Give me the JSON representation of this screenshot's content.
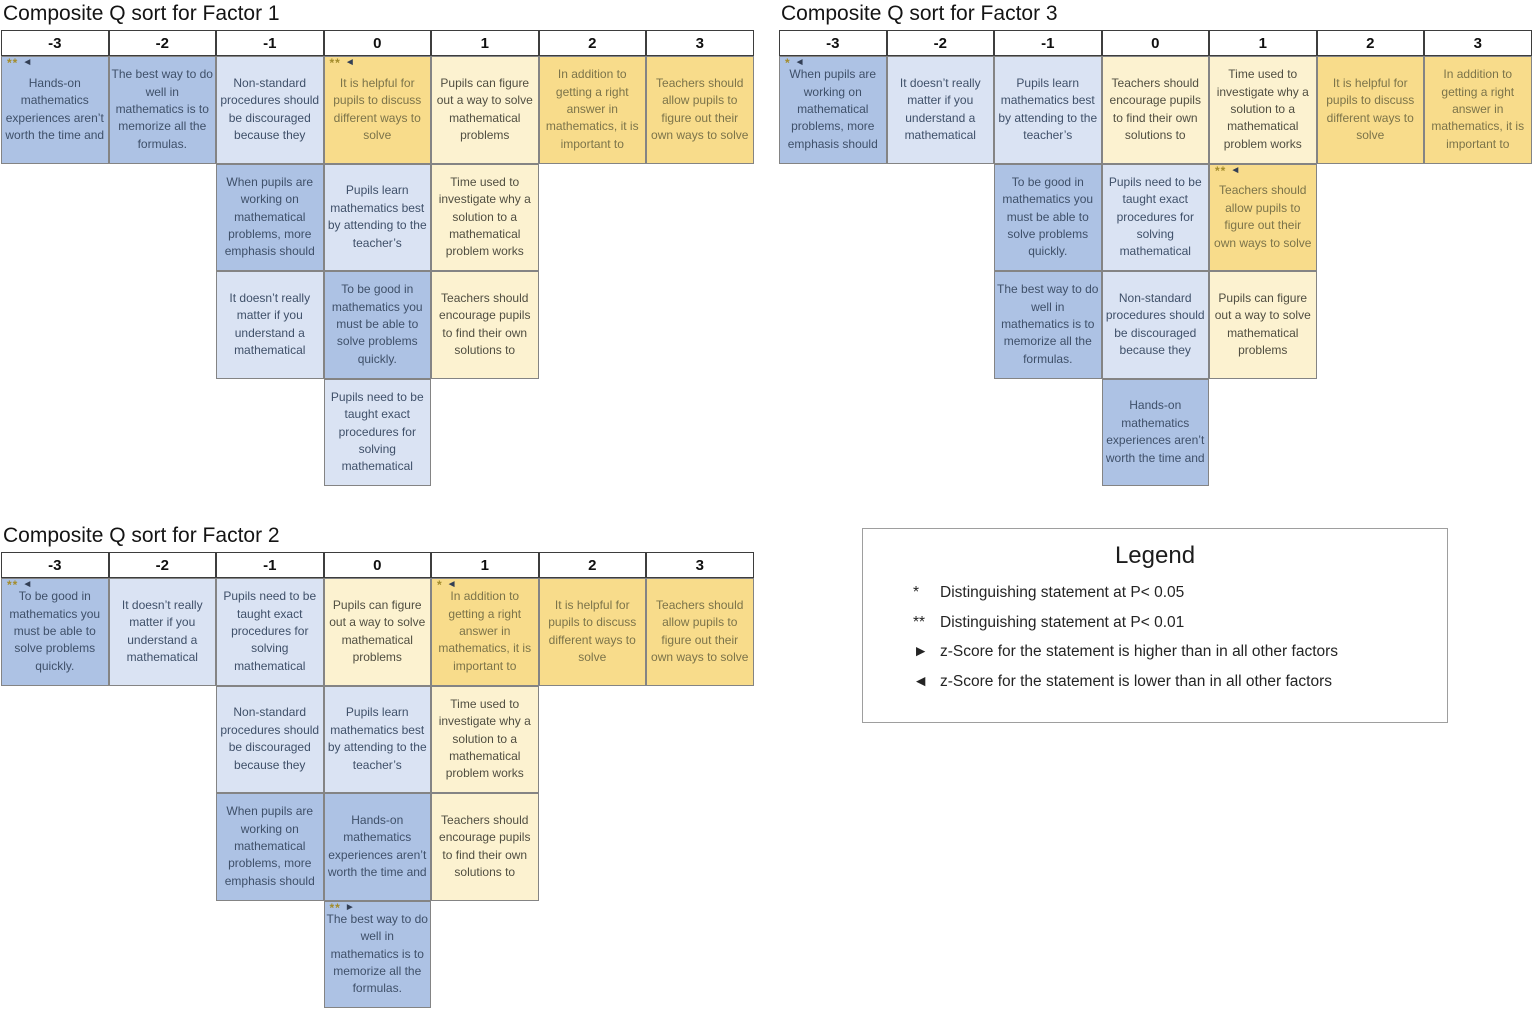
{
  "grids": [
    {
      "id": "factor1",
      "title": "Composite Q sort for Factor 1",
      "columns": [
        "-3",
        "-2",
        "-1",
        "0",
        "1",
        "2",
        "3"
      ],
      "rows": [
        [
          {
            "text": "Hands-on mathematics experiences aren’t worth the time and",
            "tone": "blue",
            "stars": "**",
            "arrow": "◄"
          },
          {
            "text": "The best way to do well in mathematics is to memorize all the formulas.",
            "tone": "blue"
          },
          {
            "text": "Non-standard procedures should be discouraged because they",
            "tone": "blue-light"
          },
          {
            "text": "It is helpful for pupils to discuss different ways to solve",
            "tone": "gold",
            "stars": "**",
            "arrow": "◄"
          },
          {
            "text": "Pupils can figure out a way to solve mathematical problems",
            "tone": "gold-light"
          },
          {
            "text": "In addition to getting a right answer in mathematics, it is important to",
            "tone": "gold"
          },
          {
            "text": "Teachers should allow pupils to figure out their own ways to solve",
            "tone": "gold"
          }
        ],
        [
          null,
          null,
          {
            "text": "When pupils are working on mathematical problems, more emphasis should",
            "tone": "blue"
          },
          {
            "text": "Pupils learn mathematics best by attending to the teacher’s",
            "tone": "blue-light"
          },
          {
            "text": "Time used to investigate why a solution to a mathematical problem works",
            "tone": "gold-light"
          },
          null,
          null
        ],
        [
          null,
          null,
          {
            "text": "It doesn’t really matter if you understand a mathematical",
            "tone": "blue-light"
          },
          {
            "text": "To be good in mathematics you must be able to solve problems quickly.",
            "tone": "blue"
          },
          {
            "text": "Teachers should encourage pupils to find their own solutions to",
            "tone": "gold-light"
          },
          null,
          null
        ],
        [
          null,
          null,
          null,
          {
            "text": "Pupils need to be taught exact procedures for solving mathematical",
            "tone": "blue-light"
          },
          null,
          null,
          null
        ]
      ]
    },
    {
      "id": "factor3",
      "title": "Composite Q sort for Factor 3",
      "columns": [
        "-3",
        "-2",
        "-1",
        "0",
        "1",
        "2",
        "3"
      ],
      "rows": [
        [
          {
            "text": "When pupils are working on mathematical problems, more emphasis should",
            "tone": "blue",
            "stars": "*",
            "arrow": "◄"
          },
          {
            "text": "It doesn’t really matter if you understand a mathematical",
            "tone": "blue-light"
          },
          {
            "text": "Pupils learn mathematics best by attending to the teacher’s",
            "tone": "blue-light"
          },
          {
            "text": "Teachers should encourage pupils to find their own solutions to",
            "tone": "gold-light"
          },
          {
            "text": "Time used to investigate why a solution to a mathematical problem works",
            "tone": "gold-light"
          },
          {
            "text": "It is helpful for pupils to discuss different ways to solve",
            "tone": "gold"
          },
          {
            "text": "In addition to getting a right answer in mathematics, it is important to",
            "tone": "gold"
          }
        ],
        [
          null,
          null,
          {
            "text": "To be good in mathematics you must be able to solve problems quickly.",
            "tone": "blue"
          },
          {
            "text": "Pupils need to be taught exact procedures for solving mathematical",
            "tone": "blue-light"
          },
          {
            "text": "Teachers should allow pupils to figure out their own ways to solve",
            "tone": "gold",
            "stars": "**",
            "arrow": "◄"
          },
          null,
          null
        ],
        [
          null,
          null,
          {
            "text": "The best way to do well in mathematics is to memorize all the formulas.",
            "tone": "blue"
          },
          {
            "text": "Non-standard procedures should be discouraged because they",
            "tone": "blue-light"
          },
          {
            "text": "Pupils can figure out a way to solve mathematical problems",
            "tone": "gold-light"
          },
          null,
          null
        ],
        [
          null,
          null,
          null,
          {
            "text": "Hands-on mathematics experiences aren’t worth the time and",
            "tone": "blue"
          },
          null,
          null,
          null
        ]
      ]
    },
    {
      "id": "factor2",
      "title": "Composite Q sort for Factor 2",
      "columns": [
        "-3",
        "-2",
        "-1",
        "0",
        "1",
        "2",
        "3"
      ],
      "rows": [
        [
          {
            "text": "To be good in mathematics you must be able to solve problems quickly.",
            "tone": "blue",
            "stars": "**",
            "arrow": "◄"
          },
          {
            "text": "It doesn’t really matter if you understand a mathematical",
            "tone": "blue-light"
          },
          {
            "text": "Pupils need to be taught exact procedures for solving mathematical",
            "tone": "blue-light"
          },
          {
            "text": "Pupils can figure out a way to solve mathematical problems",
            "tone": "gold-light"
          },
          {
            "text": "In addition to getting a right answer in mathematics, it is important to",
            "tone": "gold",
            "stars": "*",
            "arrow": "◄"
          },
          {
            "text": "It is helpful for pupils to discuss different ways to solve",
            "tone": "gold"
          },
          {
            "text": "Teachers should allow pupils to figure out their own ways to solve",
            "tone": "gold"
          }
        ],
        [
          null,
          null,
          {
            "text": "Non-standard procedures should be discouraged because they",
            "tone": "blue-light"
          },
          {
            "text": "Pupils learn mathematics best by attending to the teacher’s",
            "tone": "blue-light"
          },
          {
            "text": "Time used to investigate why a solution to a mathematical problem works",
            "tone": "gold-light"
          },
          null,
          null
        ],
        [
          null,
          null,
          {
            "text": "When pupils are working on mathematical problems, more emphasis should",
            "tone": "blue"
          },
          {
            "text": "Hands-on mathematics experiences aren’t worth the time and",
            "tone": "blue"
          },
          {
            "text": "Teachers should encourage pupils to find their own solutions to",
            "tone": "gold-light"
          },
          null,
          null
        ],
        [
          null,
          null,
          null,
          {
            "text": "The best way to do well in mathematics is to memorize all the formulas.",
            "tone": "blue",
            "stars": "**",
            "arrow": "►"
          },
          null,
          null,
          null
        ]
      ]
    }
  ],
  "legend": {
    "title": "Legend",
    "items": [
      {
        "symbol": "*",
        "text": "Distinguishing statement at P< 0.05"
      },
      {
        "symbol": "**",
        "text": "Distinguishing statement at P< 0.01"
      },
      {
        "symbol": "►",
        "text": "z-Score for the statement is higher than in all other factors"
      },
      {
        "symbol": "◄",
        "text": "z-Score for the statement is lower than in all other factors"
      }
    ]
  },
  "colors": {
    "statement_negative": "#adc2e4",
    "statement_negative_light": "#dae3f3",
    "statement_positive": "#f8dc8b",
    "statement_positive_light": "#fcf2d0"
  }
}
